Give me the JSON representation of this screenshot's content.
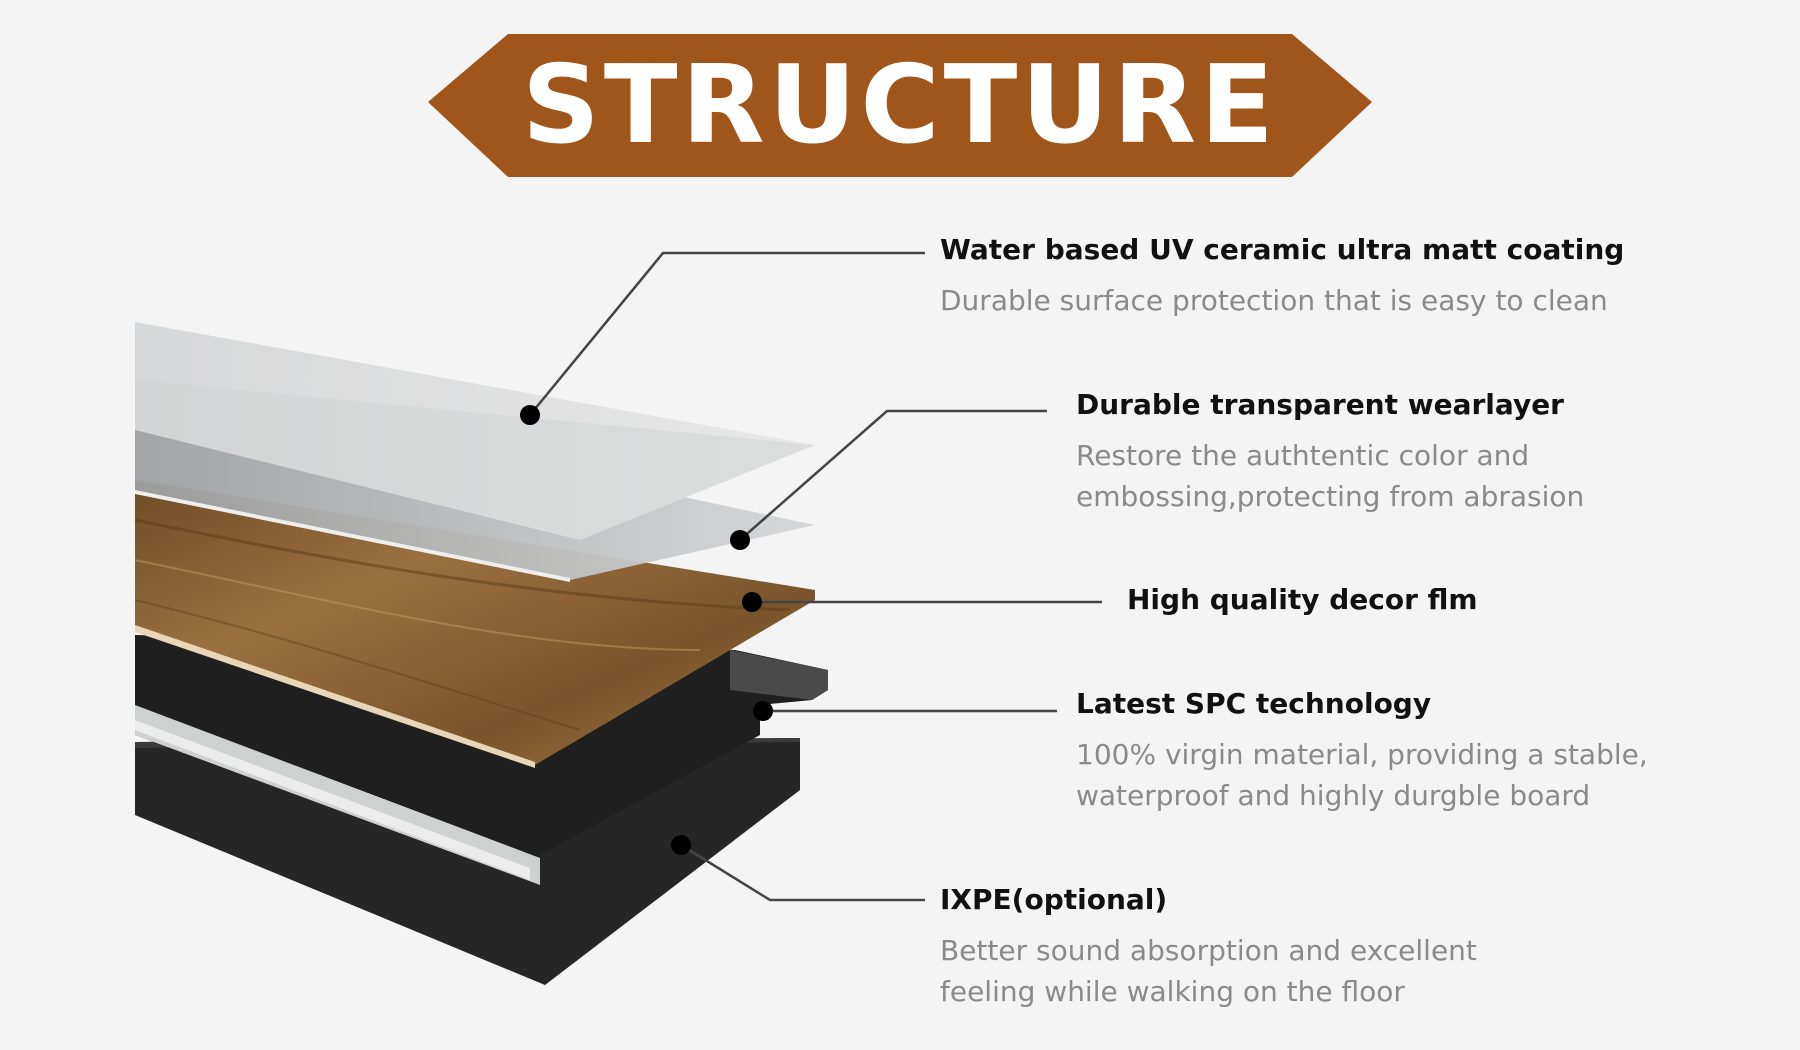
{
  "banner": {
    "title": "STRUCTURE",
    "color": "#a0561a"
  },
  "layers": [
    {
      "title": "Water based UV ceramic ultra matt coating",
      "description": [
        "Durable surface protection that is easy to clean"
      ],
      "color": "#d9dadb"
    },
    {
      "title": "Durable transparent wearlayer",
      "description": [
        "Restore the authtentic color and",
        "embossing,protecting from abrasion"
      ],
      "color": "#c3c5c6"
    },
    {
      "title": "High quality decor flm",
      "description": [],
      "color": "#8a6232"
    },
    {
      "title": "Latest SPC technology",
      "description": [
        "100% virgin material, providing a stable,",
        "waterproof and highly durgble board"
      ],
      "color": "#2a2a2a"
    },
    {
      "title": "IXPE(optional)",
      "description": [
        "Better sound absorption and excellent",
        "feeling while walking on the floor"
      ],
      "color": "#1c1c1c"
    }
  ]
}
